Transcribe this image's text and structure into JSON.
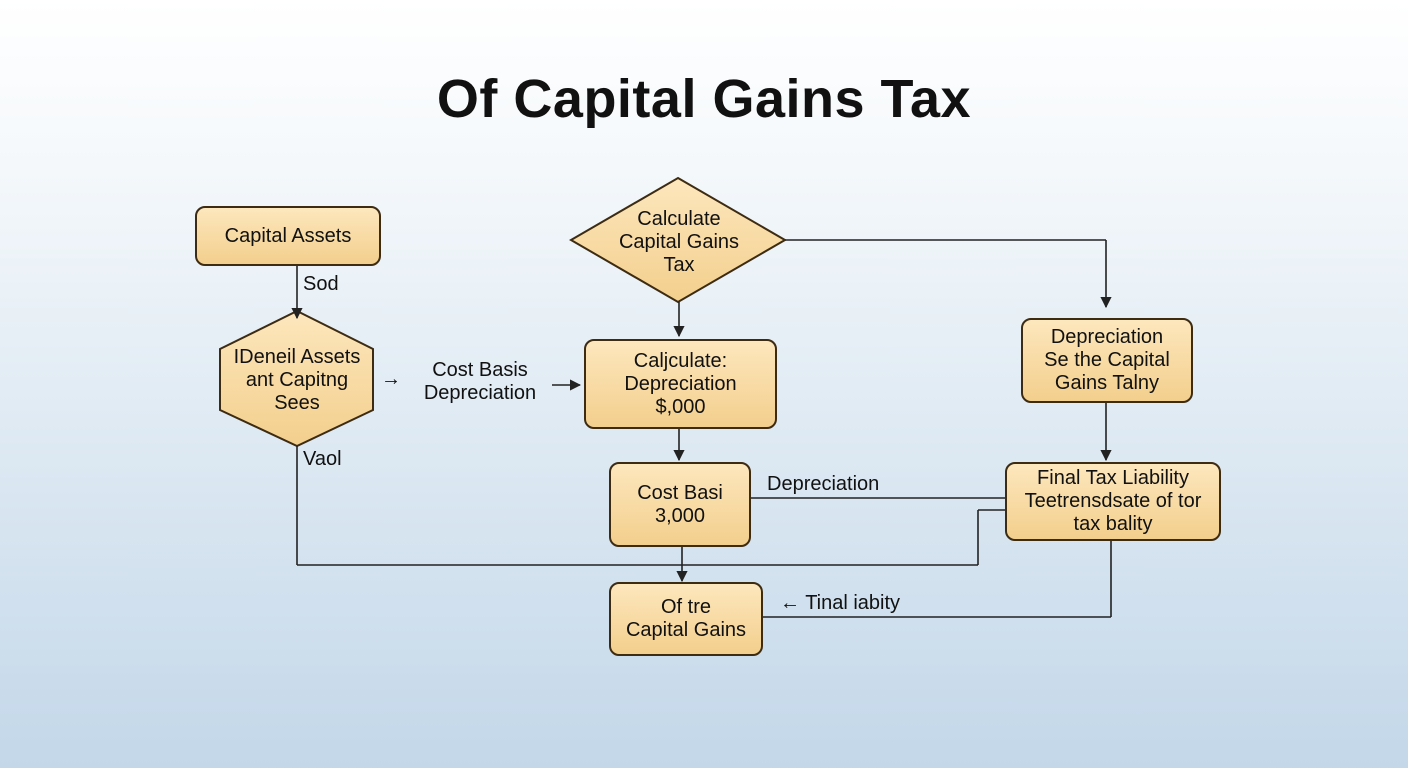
{
  "title": "Of Capital Gains Tax",
  "nodes": {
    "capital_assets": [
      "Capital Assets"
    ],
    "identify_assets": [
      "IDeneil Assets",
      "ant Capitng",
      "Sees"
    ],
    "calc_gains": [
      "Calculate",
      "Capital Gains",
      "Tax"
    ],
    "calc_depreciation": [
      "Caljculate:",
      "Depreciation",
      "$,000"
    ],
    "depreciation_right": [
      "Depreciation",
      "Se the Capital",
      "Gains Talny"
    ],
    "cost_basis": [
      "Cost Basi",
      "3,000"
    ],
    "final_tax": [
      "Final Tax Liability",
      "Teetrensdsate of tor",
      "tax bality"
    ],
    "of_capital_gains": [
      "Of tre",
      "Capital Gains"
    ]
  },
  "labels": {
    "sod": "Sod",
    "vaol": "Vaol",
    "cost_basis_dep": [
      "Cost Basis",
      "Depreciation"
    ],
    "small_arrow": "→",
    "depreciation": "Depreciation",
    "final_iabity": "← Tinal iabity"
  },
  "colors": {
    "node_fill_top": "#fde7bd",
    "node_fill_bottom": "#f3cf8d",
    "node_border": "#3d2b12",
    "line": "#222222"
  }
}
